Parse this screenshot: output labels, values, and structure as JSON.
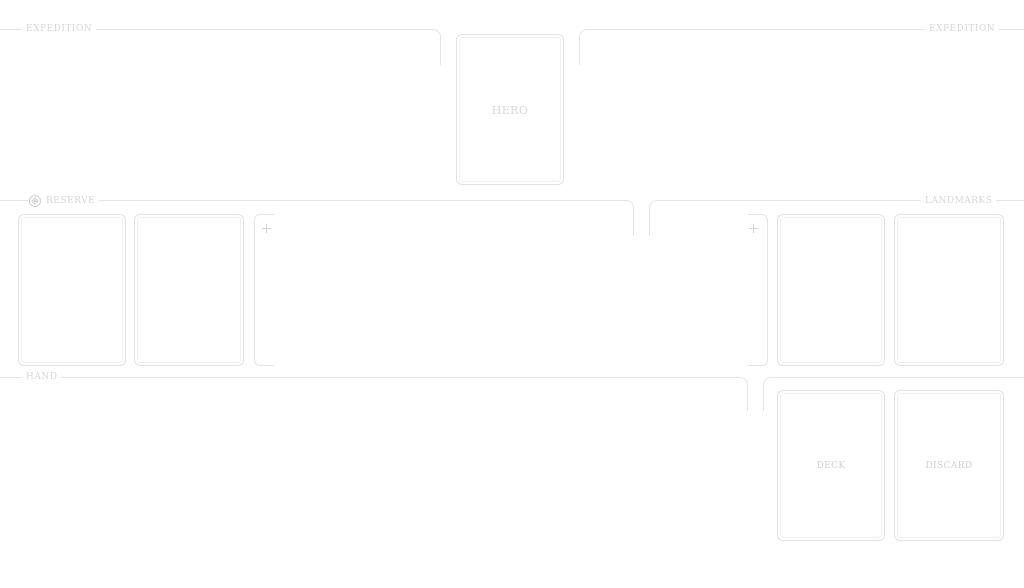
{
  "zones": {
    "expedition_left": "Expedition",
    "expedition_right": "Expedition",
    "reserve": "Reserve",
    "landmarks": "Landmarks",
    "hand": "Hand"
  },
  "cards": {
    "hero": "Hero",
    "deck": "Deck",
    "discard": "Discard"
  },
  "icons": {
    "reserve": "reserve-icon",
    "add": "plus-icon"
  },
  "colors": {
    "background": "#ffffff",
    "border": "#e4e4e4",
    "label": "#d6d6d6"
  }
}
